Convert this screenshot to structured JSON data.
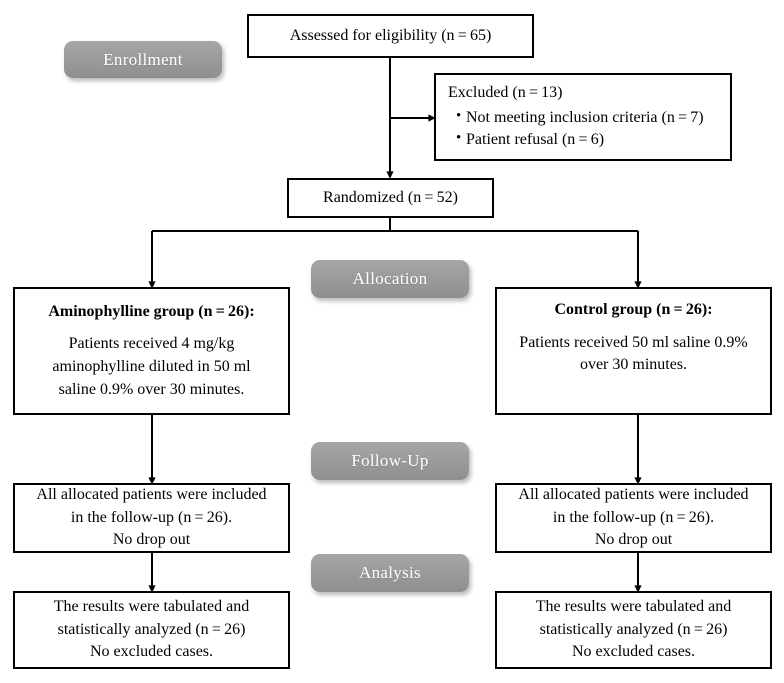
{
  "diagram": {
    "title": "CONSORT participant flow diagram",
    "colors": {
      "stage_fill": "#9b9b9b",
      "stage_text": "#ffffff",
      "box_border": "#000000",
      "box_fill": "#ffffff",
      "connector": "#000000"
    }
  },
  "stages": [
    {
      "id": "enrollment",
      "label": "Enrollment"
    },
    {
      "id": "allocation",
      "label": "Allocation"
    },
    {
      "id": "followup",
      "label": "Follow-Up"
    },
    {
      "id": "analysis",
      "label": "Analysis"
    }
  ],
  "nodes": {
    "assessed": {
      "text": "Assessed for eligibility (n = 65)"
    },
    "excluded": {
      "title": "Excluded (n = 13)",
      "items": [
        "Not meeting inclusion criteria (n = 7)",
        "Patient refusal (n = 6)"
      ]
    },
    "randomized": {
      "text": "Randomized (n = 52)"
    },
    "allocation_left": {
      "title": "Aminophylline group (n = 26):",
      "lines": [
        "Patients received 4 mg/kg",
        "aminophylline diluted in 50 ml",
        "saline 0.9% over 30 minutes."
      ]
    },
    "allocation_right": {
      "title": "Control group (n = 26):",
      "lines": [
        "Patients received 50 ml saline 0.9%",
        "over 30 minutes."
      ]
    },
    "followup_left": {
      "lines": [
        "All allocated patients were included",
        "in the follow-up (n = 26).",
        "No drop out"
      ]
    },
    "followup_right": {
      "lines": [
        "All allocated patients were included",
        "in the follow-up (n = 26).",
        "No drop out"
      ]
    },
    "analysis_left": {
      "lines": [
        "The results were tabulated and",
        "statistically analyzed (n = 26)",
        "No excluded cases."
      ]
    },
    "analysis_right": {
      "lines": [
        "The results were tabulated and",
        "statistically analyzed (n = 26)",
        "No excluded cases."
      ]
    }
  }
}
